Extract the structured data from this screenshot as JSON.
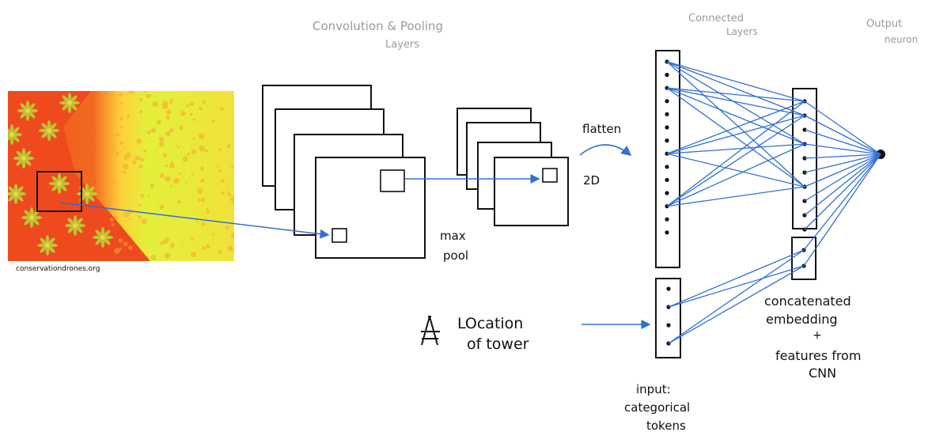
{
  "image_credit": "conservationdrones.org",
  "stage_labels": {
    "conv_pool": [
      "Convolution & Pooling",
      "Layers"
    ],
    "connected": [
      "Connected",
      "Layers"
    ],
    "output": [
      "Output",
      "neuron"
    ]
  },
  "operations": {
    "max_pool": [
      "max",
      "pool"
    ],
    "flatten": "flatten",
    "flatten_dim": "2D"
  },
  "location": {
    "icon": "transmission-tower-icon",
    "lines": [
      "LOcation",
      "of tower"
    ]
  },
  "input_label": [
    "input:",
    "categorical",
    "tokens"
  ],
  "concat_label": [
    "concatenated",
    "embedding",
    "+",
    "features from",
    "CNN"
  ],
  "colors": {
    "ink": "#111111",
    "arrow": "#2f6fd6",
    "title_gray": "#9a9a9a",
    "heatmap_red": "#f04a1e",
    "heatmap_yellow": "#e3f03a"
  },
  "layer_sizes": {
    "flattened_vector_nodes": 14,
    "categorical_input_nodes": 4,
    "connected_layer_nodes": 10,
    "concat_extra_nodes": 2,
    "output_nodes": 1
  }
}
